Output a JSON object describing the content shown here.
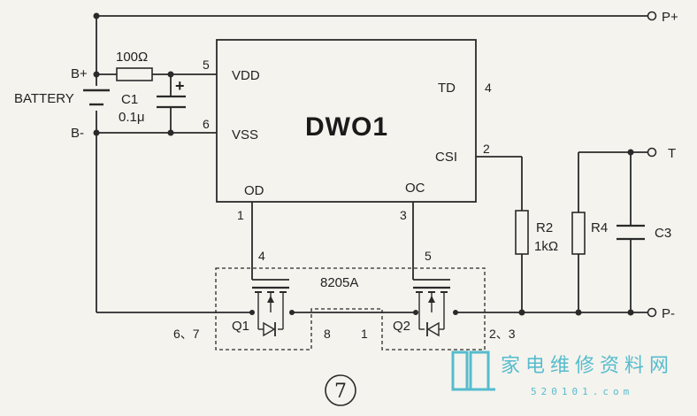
{
  "chip": {
    "name": "DWO1",
    "pins": {
      "vdd": "VDD",
      "vss": "VSS",
      "td": "TD",
      "csi": "CSI",
      "od": "OD",
      "oc": "OC"
    },
    "pin_numbers": {
      "vdd": "5",
      "vss": "6",
      "td": "4",
      "csi": "2",
      "od": "1",
      "oc": "3"
    }
  },
  "battery": {
    "label": "BATTERY",
    "plus": "B+",
    "minus": "B-"
  },
  "resistor_100": {
    "value": "100Ω"
  },
  "capacitor_c1": {
    "name": "C1",
    "value": "0.1μ",
    "polarity": "+"
  },
  "mosfet_pack": {
    "name": "8205A",
    "gate_pin_q1": "4",
    "gate_pin_q2": "5",
    "pin_q1_side": "6、7",
    "pin_mid_left": "8",
    "pin_mid_right": "1",
    "pin_q2_side": "2、3",
    "q1": "Q1",
    "q2": "Q2"
  },
  "r2": {
    "name": "R2",
    "value": "1kΩ"
  },
  "r4": {
    "name": "R4"
  },
  "c3": {
    "name": "C3"
  },
  "terminals": {
    "p_plus": "P+",
    "t": "T",
    "p_minus": "P-"
  },
  "figure_number": "7",
  "watermark": {
    "text": "家电维修资料网",
    "url": "520101.com"
  },
  "colors": {
    "ink": "#2a2a2a",
    "paper": "#f4f3ee",
    "watermark": "#3bb3c8"
  }
}
